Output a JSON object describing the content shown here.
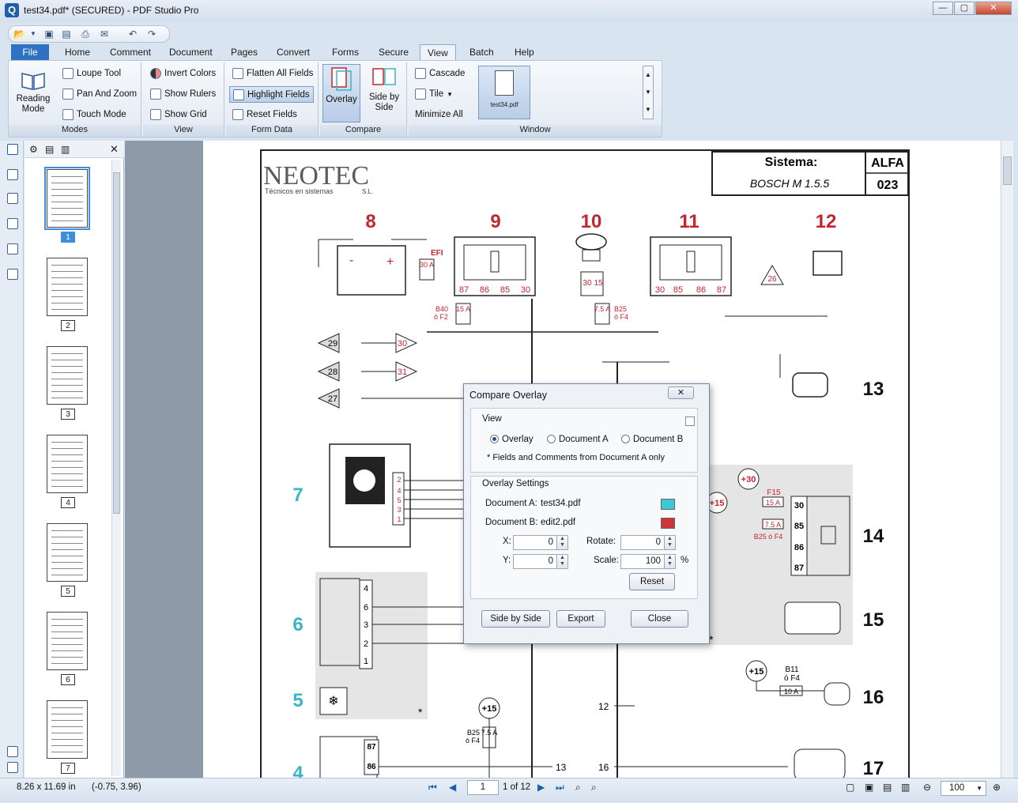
{
  "window": {
    "title": "test34.pdf* (SECURED) - PDF Studio Pro",
    "app_letter": "Q",
    "min": "—",
    "max": "▢",
    "close": "✕"
  },
  "tabs": [
    "File",
    "Home",
    "Comment",
    "Document",
    "Pages",
    "Convert",
    "Forms",
    "Secure",
    "View",
    "Batch",
    "Help"
  ],
  "ribbon": {
    "modes": {
      "label": "Modes",
      "reading_mode": "Reading\nMode",
      "loupe": "Loupe Tool",
      "pan_zoom": "Pan And Zoom",
      "touch": "Touch Mode"
    },
    "view": {
      "label": "View",
      "invert": "Invert Colors",
      "rulers": "Show Rulers",
      "grid": "Show Grid"
    },
    "form_data": {
      "label": "Form Data",
      "flatten": "Flatten All Fields",
      "highlight": "Highlight Fields",
      "reset": "Reset Fields"
    },
    "compare": {
      "label": "Compare",
      "overlay": "Overlay",
      "side_by_side": "Side by\nSide"
    },
    "window": {
      "label": "Window",
      "cascade": "Cascade",
      "tile": "Tile",
      "minimize_all": "Minimize All",
      "thumb_file": "test34.pdf"
    }
  },
  "thumbnails": [
    {
      "n": "1"
    },
    {
      "n": "2"
    },
    {
      "n": "3"
    },
    {
      "n": "4"
    },
    {
      "n": "5"
    },
    {
      "n": "6"
    },
    {
      "n": "7"
    }
  ],
  "document": {
    "sistema_label": "Sistema:",
    "sistema_value": "BOSCH M 1.5.5",
    "brand": "ALFA",
    "code": "023",
    "logo_main": "NEOTEC",
    "logo_sub": "Técnicos en sistemas",
    "logo_sl": "S.L.",
    "components_red": [
      "8",
      "9",
      "10",
      "11",
      "12"
    ],
    "components_black": [
      "13",
      "14",
      "15",
      "16",
      "17"
    ],
    "components_teal": [
      "7",
      "6",
      "5",
      "4"
    ],
    "relay9_pins": [
      "87",
      "86",
      "85",
      "30"
    ],
    "relay11_pins": [
      "30",
      "85",
      "86",
      "87"
    ],
    "ign_pins": [
      "30",
      "15"
    ],
    "fuse_efi": "EFI",
    "fuse_30a": "30 A",
    "fuse_b40": "B40\nó F2",
    "fuse_15a": "15 A",
    "fuse_75a": "7.5 A",
    "fuse_b25": "B25\nó F4",
    "tri_left": [
      "29",
      "28",
      "27"
    ],
    "tri_right": [
      "30",
      "31"
    ],
    "tri_26": "26",
    "c7_pins": [
      "2",
      "4",
      "5",
      "3",
      "1"
    ],
    "c6_pins": [
      "4",
      "6",
      "3",
      "2",
      "1"
    ],
    "plus30": "+30",
    "plus15": "+15",
    "f15": "F15",
    "r14_pins": [
      "30",
      "85",
      "86",
      "87"
    ],
    "b25f4": "B25 ó F4",
    "b11": "B11\nó F4",
    "a10": "10 A",
    "n12": "12",
    "n13": "13",
    "n16": "16",
    "p87": "87",
    "p86": "86",
    "star": "*"
  },
  "dialog": {
    "title": "Compare Overlay",
    "close": "✕",
    "view_label": "View",
    "radio_overlay": "Overlay",
    "radio_doc_a": "Document A",
    "radio_doc_b": "Document B",
    "note": "* Fields and Comments from Document A only",
    "overlay_settings": "Overlay Settings",
    "doc_a_label": "Document A:",
    "doc_a_file": "test34.pdf",
    "doc_b_label": "Document B:",
    "doc_b_file": "edit2.pdf",
    "x_label": "X:",
    "x_value": "0",
    "y_label": "Y:",
    "y_value": "0",
    "rotate_label": "Rotate:",
    "rotate_value": "0",
    "scale_label": "Scale:",
    "scale_value": "100",
    "percent": "%",
    "reset": "Reset",
    "side_by_side": "Side by Side",
    "export": "Export",
    "close_btn": "Close",
    "color_a": "#3ec7d6",
    "color_b": "#d0343b"
  },
  "status": {
    "page_size": "8.26 x 11.69 in",
    "coords": "(-0.75, 3.96)",
    "page_input": "1",
    "page_of": "1 of 12",
    "zoom": "100"
  },
  "colors": {
    "accent": "#2f72c2",
    "schematic_red": "#c4262e",
    "teal": "#3ab5c5"
  }
}
